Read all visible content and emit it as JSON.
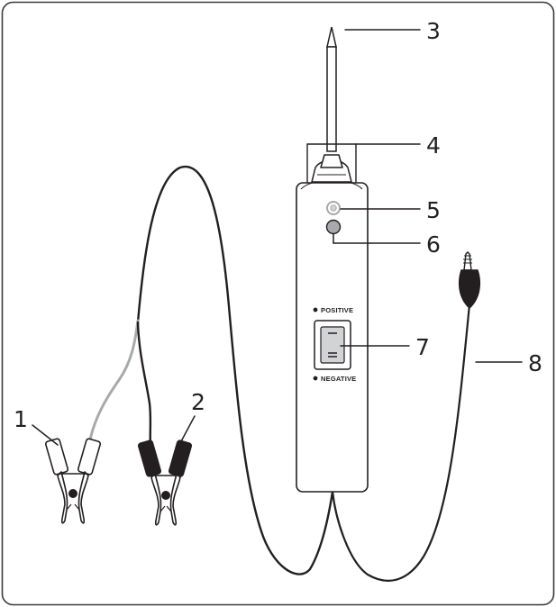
{
  "diagram": {
    "callouts": [
      {
        "number": "1",
        "part": "clip-1"
      },
      {
        "number": "2",
        "part": "clip-2"
      },
      {
        "number": "3",
        "part": "probe-tip"
      },
      {
        "number": "4",
        "part": "tip-collar"
      },
      {
        "number": "5",
        "part": "indicator-led"
      },
      {
        "number": "6",
        "part": "round-button"
      },
      {
        "number": "7",
        "part": "rocker-switch"
      },
      {
        "number": "8",
        "part": "auxiliary-lead"
      }
    ],
    "switch_labels": {
      "positive": "POSITIVE",
      "negative": "NEGATIVE"
    }
  },
  "colors": {
    "frame": "#3a3a3a",
    "ink": "#231f20",
    "body_fill": "#ffffff",
    "grey_wire": "#a7a9ac",
    "black_sleeve": "#231f20",
    "button_fill": "#a7a9ac",
    "switch_fill": "#d1d3d4"
  }
}
